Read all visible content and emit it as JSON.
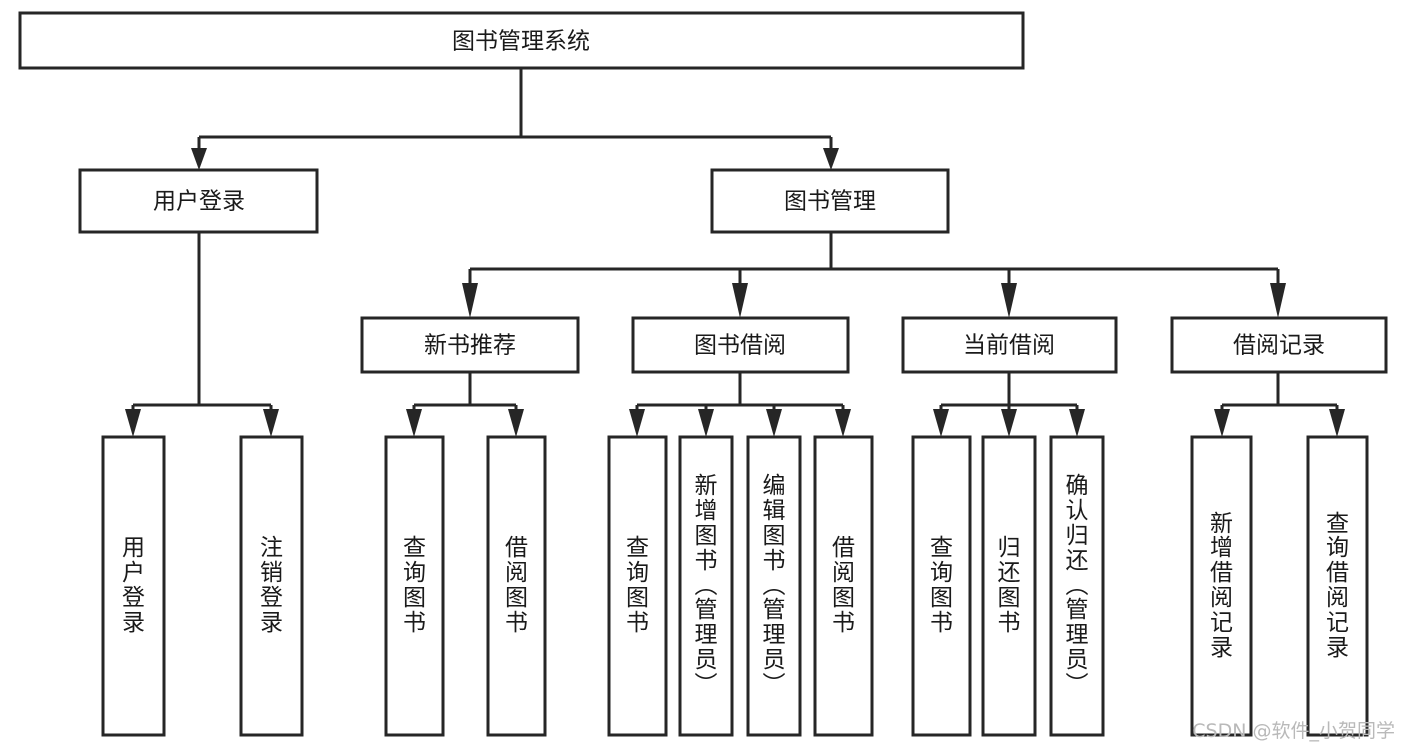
{
  "diagram": {
    "type": "tree",
    "title": "图书管理系统",
    "orientation": "top-down",
    "colors": {
      "stroke": "#262626",
      "box_fill": "#ffffff",
      "text": "#1a1a1a",
      "background": "#ffffff",
      "watermark": "#b9b9b9"
    },
    "root": {
      "label": "图书管理系统"
    },
    "level2": [
      {
        "label": "用户登录"
      },
      {
        "label": "图书管理"
      }
    ],
    "level3": [
      {
        "label": "新书推荐"
      },
      {
        "label": "图书借阅"
      },
      {
        "label": "当前借阅"
      },
      {
        "label": "借阅记录"
      }
    ],
    "leaves": {
      "user_login": [
        {
          "label": "用户登录",
          "chars": [
            "用",
            "户",
            "登",
            "录"
          ]
        },
        {
          "label": "注销登录",
          "chars": [
            "注",
            "销",
            "登",
            "录"
          ]
        }
      ],
      "new_book_recommend": [
        {
          "label": "查询图书",
          "chars": [
            "查",
            "询",
            "图",
            "书"
          ]
        },
        {
          "label": "借阅图书",
          "chars": [
            "借",
            "阅",
            "图",
            "书"
          ]
        }
      ],
      "book_borrow": [
        {
          "label": "查询图书",
          "chars": [
            "查",
            "询",
            "图",
            "书"
          ]
        },
        {
          "label": "新增图书（管理员）",
          "chars": [
            "新",
            "增",
            "图",
            "书",
            "（",
            "管",
            "理",
            "员",
            "）"
          ]
        },
        {
          "label": "编辑图书（管理员）",
          "chars": [
            "编",
            "辑",
            "图",
            "书",
            "（",
            "管",
            "理",
            "员",
            "）"
          ]
        },
        {
          "label": "借阅图书",
          "chars": [
            "借",
            "阅",
            "图",
            "书"
          ]
        }
      ],
      "current_borrow": [
        {
          "label": "查询图书",
          "chars": [
            "查",
            "询",
            "图",
            "书"
          ]
        },
        {
          "label": "归还图书",
          "chars": [
            "归",
            "还",
            "图",
            "书"
          ]
        },
        {
          "label": "确认归还（管理员）",
          "chars": [
            "确",
            "认",
            "归",
            "还",
            "（",
            "管",
            "理",
            "员",
            "）"
          ]
        }
      ],
      "borrow_record": [
        {
          "label": "新增借阅记录",
          "chars": [
            "新",
            "增",
            "借",
            "阅",
            "记",
            "录"
          ]
        },
        {
          "label": "查询借阅记录",
          "chars": [
            "查",
            "询",
            "借",
            "阅",
            "记",
            "录"
          ]
        }
      ]
    }
  },
  "watermark": {
    "text": "CSDN @软件_小贺同学"
  }
}
